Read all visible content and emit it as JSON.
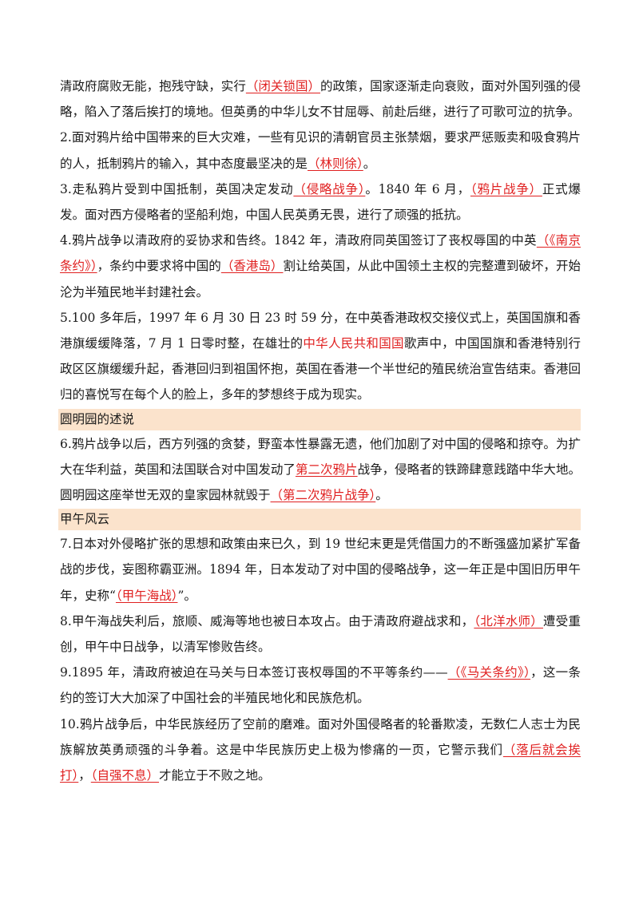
{
  "blocks": [
    {
      "type": "para",
      "name": "paragraph-1-continued",
      "segments": [
        {
          "t": "清政府腐败无能，抱残守缺，实行"
        },
        {
          "t": "（闭关锁国）",
          "s": "ans"
        },
        {
          "t": "的政策，国家逐渐走向衰败，面对外国列强的侵略，陷入了落后挨打的境地。但英勇的中华儿女不甘屈辱、前赴后继，进行了可歌可泣的抗争。"
        }
      ]
    },
    {
      "type": "para",
      "name": "paragraph-2",
      "segments": [
        {
          "t": "2.面对鸦片给中国带来的巨大灾难，一些有见识的清朝官员主张禁烟，要求严惩贩卖和吸食鸦片的人，抵制鸦片的输入，其中态度最坚决的是"
        },
        {
          "t": "（林则徐）",
          "s": "ans"
        },
        {
          "t": "。"
        }
      ]
    },
    {
      "type": "para",
      "name": "paragraph-3",
      "segments": [
        {
          "t": "3.走私鸦片受到中国抵制，英国决定发动"
        },
        {
          "t": "（侵略战争）",
          "s": "ans"
        },
        {
          "t": "。1840 年 6 月，"
        },
        {
          "t": "（鸦片战争）",
          "s": "ans"
        },
        {
          "t": "正式爆发。面对西方侵略者的坚船利炮，中国人民英勇无畏，进行了顽强的抵抗。"
        }
      ]
    },
    {
      "type": "para",
      "name": "paragraph-4",
      "segments": [
        {
          "t": "4.鸦片战争以清政府的妥协求和告终。1842 年，清政府同英国签订了丧权辱国的中英"
        },
        {
          "t": "（《南京条约》）",
          "s": "ans"
        },
        {
          "t": "，条约中要求将中国的"
        },
        {
          "t": "（香港岛）",
          "s": "ans"
        },
        {
          "t": "割让给英国，从此中国领土主权的完整遭到破坏，开始沦为半殖民地半封建社会。"
        }
      ]
    },
    {
      "type": "para",
      "name": "paragraph-5",
      "segments": [
        {
          "t": "5.100 多年后，1997 年 6 月 30 日 23 时 59 分，在中英香港政权交接仪式上，英国国旗和香港旗缓缓降落，7 月 1 日零时整，在雄壮的"
        },
        {
          "t": "中华人民共和国国",
          "s": "red"
        },
        {
          "t": "歌声中，中国国旗和香港特别行政区区旗缓缓升起，香港回归到祖国怀抱，英国在香港一个半世纪的殖民统治宣告结束。香港回归的喜悦写在每个人的脸上，多年的梦想终于成为现实。"
        }
      ]
    },
    {
      "type": "heading",
      "name": "section-heading-yuanmingyuan",
      "text": "圆明园的述说"
    },
    {
      "type": "para",
      "name": "paragraph-6",
      "segments": [
        {
          "t": "6.鸦片战争以后，西方列强的贪婪，野蛮本性暴露无遗，他们加剧了对中国的侵略和掠夺。为扩大在华利益，英国和法国联合对中国发动了"
        },
        {
          "t": "第二次鸦片",
          "s": "ans"
        },
        {
          "t": "战争，侵略者的铁蹄肆意践踏中华大地。圆明园这座举世无双的皇家园林就毁于"
        },
        {
          "t": "（第二次鸦片战争）",
          "s": "ans"
        },
        {
          "t": "。"
        }
      ]
    },
    {
      "type": "heading",
      "name": "section-heading-jiawu",
      "text": "甲午风云"
    },
    {
      "type": "para",
      "name": "paragraph-7",
      "segments": [
        {
          "t": "7.日本对外侵略扩张的思想和政策由来已久，到 19 世纪末更是凭借国力的不断强盛加紧扩军备战的步伐，妄图称霸亚洲。1894 年，日本发动了对中国的侵略战争，这一年正是中国旧历甲午年，史称“"
        },
        {
          "t": "（甲午海战）",
          "s": "ans"
        },
        {
          "t": "”。"
        }
      ]
    },
    {
      "type": "para",
      "name": "paragraph-8",
      "segments": [
        {
          "t": "8.甲午海战失利后，旅顺、威海等地也被日本攻占。由于清政府避战求和，"
        },
        {
          "t": "（北洋水师）",
          "s": "ans"
        },
        {
          "t": "遭受重创，甲午中日战争，以清军惨败告终。"
        }
      ]
    },
    {
      "type": "para",
      "name": "paragraph-9",
      "segments": [
        {
          "t": "9.1895 年，清政府被迫在马关与日本签订丧权辱国的不平等条约——"
        },
        {
          "t": "（《马关条约》）",
          "s": "ans"
        },
        {
          "t": "，这一条约的签订大大加深了中国社会的半殖民地化和民族危机。"
        }
      ]
    },
    {
      "type": "para",
      "name": "paragraph-10",
      "segments": [
        {
          "t": "10.鸦片战争后，中华民族经历了空前的磨难。面对外国侵略者的轮番欺凌，无数仁人志士为民族解放英勇顽强的斗争着。这是中华民族历史上极为惨痛的一页，它警示我们"
        },
        {
          "t": "（落后就会挨打）",
          "s": "ans"
        },
        {
          "t": "，"
        },
        {
          "t": "（自强不息）",
          "s": "ans"
        },
        {
          "t": "才能立于不败之地。"
        }
      ]
    }
  ]
}
